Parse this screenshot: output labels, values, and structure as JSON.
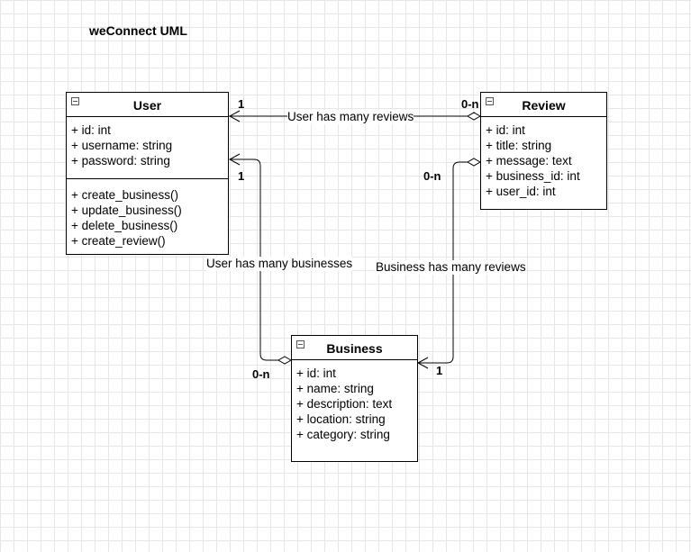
{
  "diagram": {
    "title": "weConnect UML"
  },
  "classes": {
    "user": {
      "name": "User",
      "attributes": [
        "+ id: int",
        "+ username: string",
        "+ password: string"
      ],
      "operations": [
        "+ create_business()",
        "+ update_business()",
        "+ delete_business()",
        "+ create_review()"
      ]
    },
    "review": {
      "name": "Review",
      "attributes": [
        "+ id: int",
        "+ title: string",
        "+ message: text",
        "+ business_id: int",
        "+ user_id: int"
      ]
    },
    "business": {
      "name": "Business",
      "attributes": [
        "+ id: int",
        "+ name: string",
        "+ description: text",
        "+ location: string",
        "+ category: string"
      ]
    }
  },
  "associations": {
    "user_reviews": {
      "label": "User has  many reviews",
      "source_mult": "1",
      "target_mult": "0-n"
    },
    "user_businesses": {
      "label": "User has many businesses",
      "source_mult": "1",
      "target_mult": "0-n"
    },
    "business_reviews": {
      "label": "Business has many reviews",
      "source_mult": "1",
      "target_mult": "0-n"
    }
  },
  "colors": {
    "line": "#000000",
    "grid": "#e6e6e6",
    "background": "#ffffff"
  }
}
